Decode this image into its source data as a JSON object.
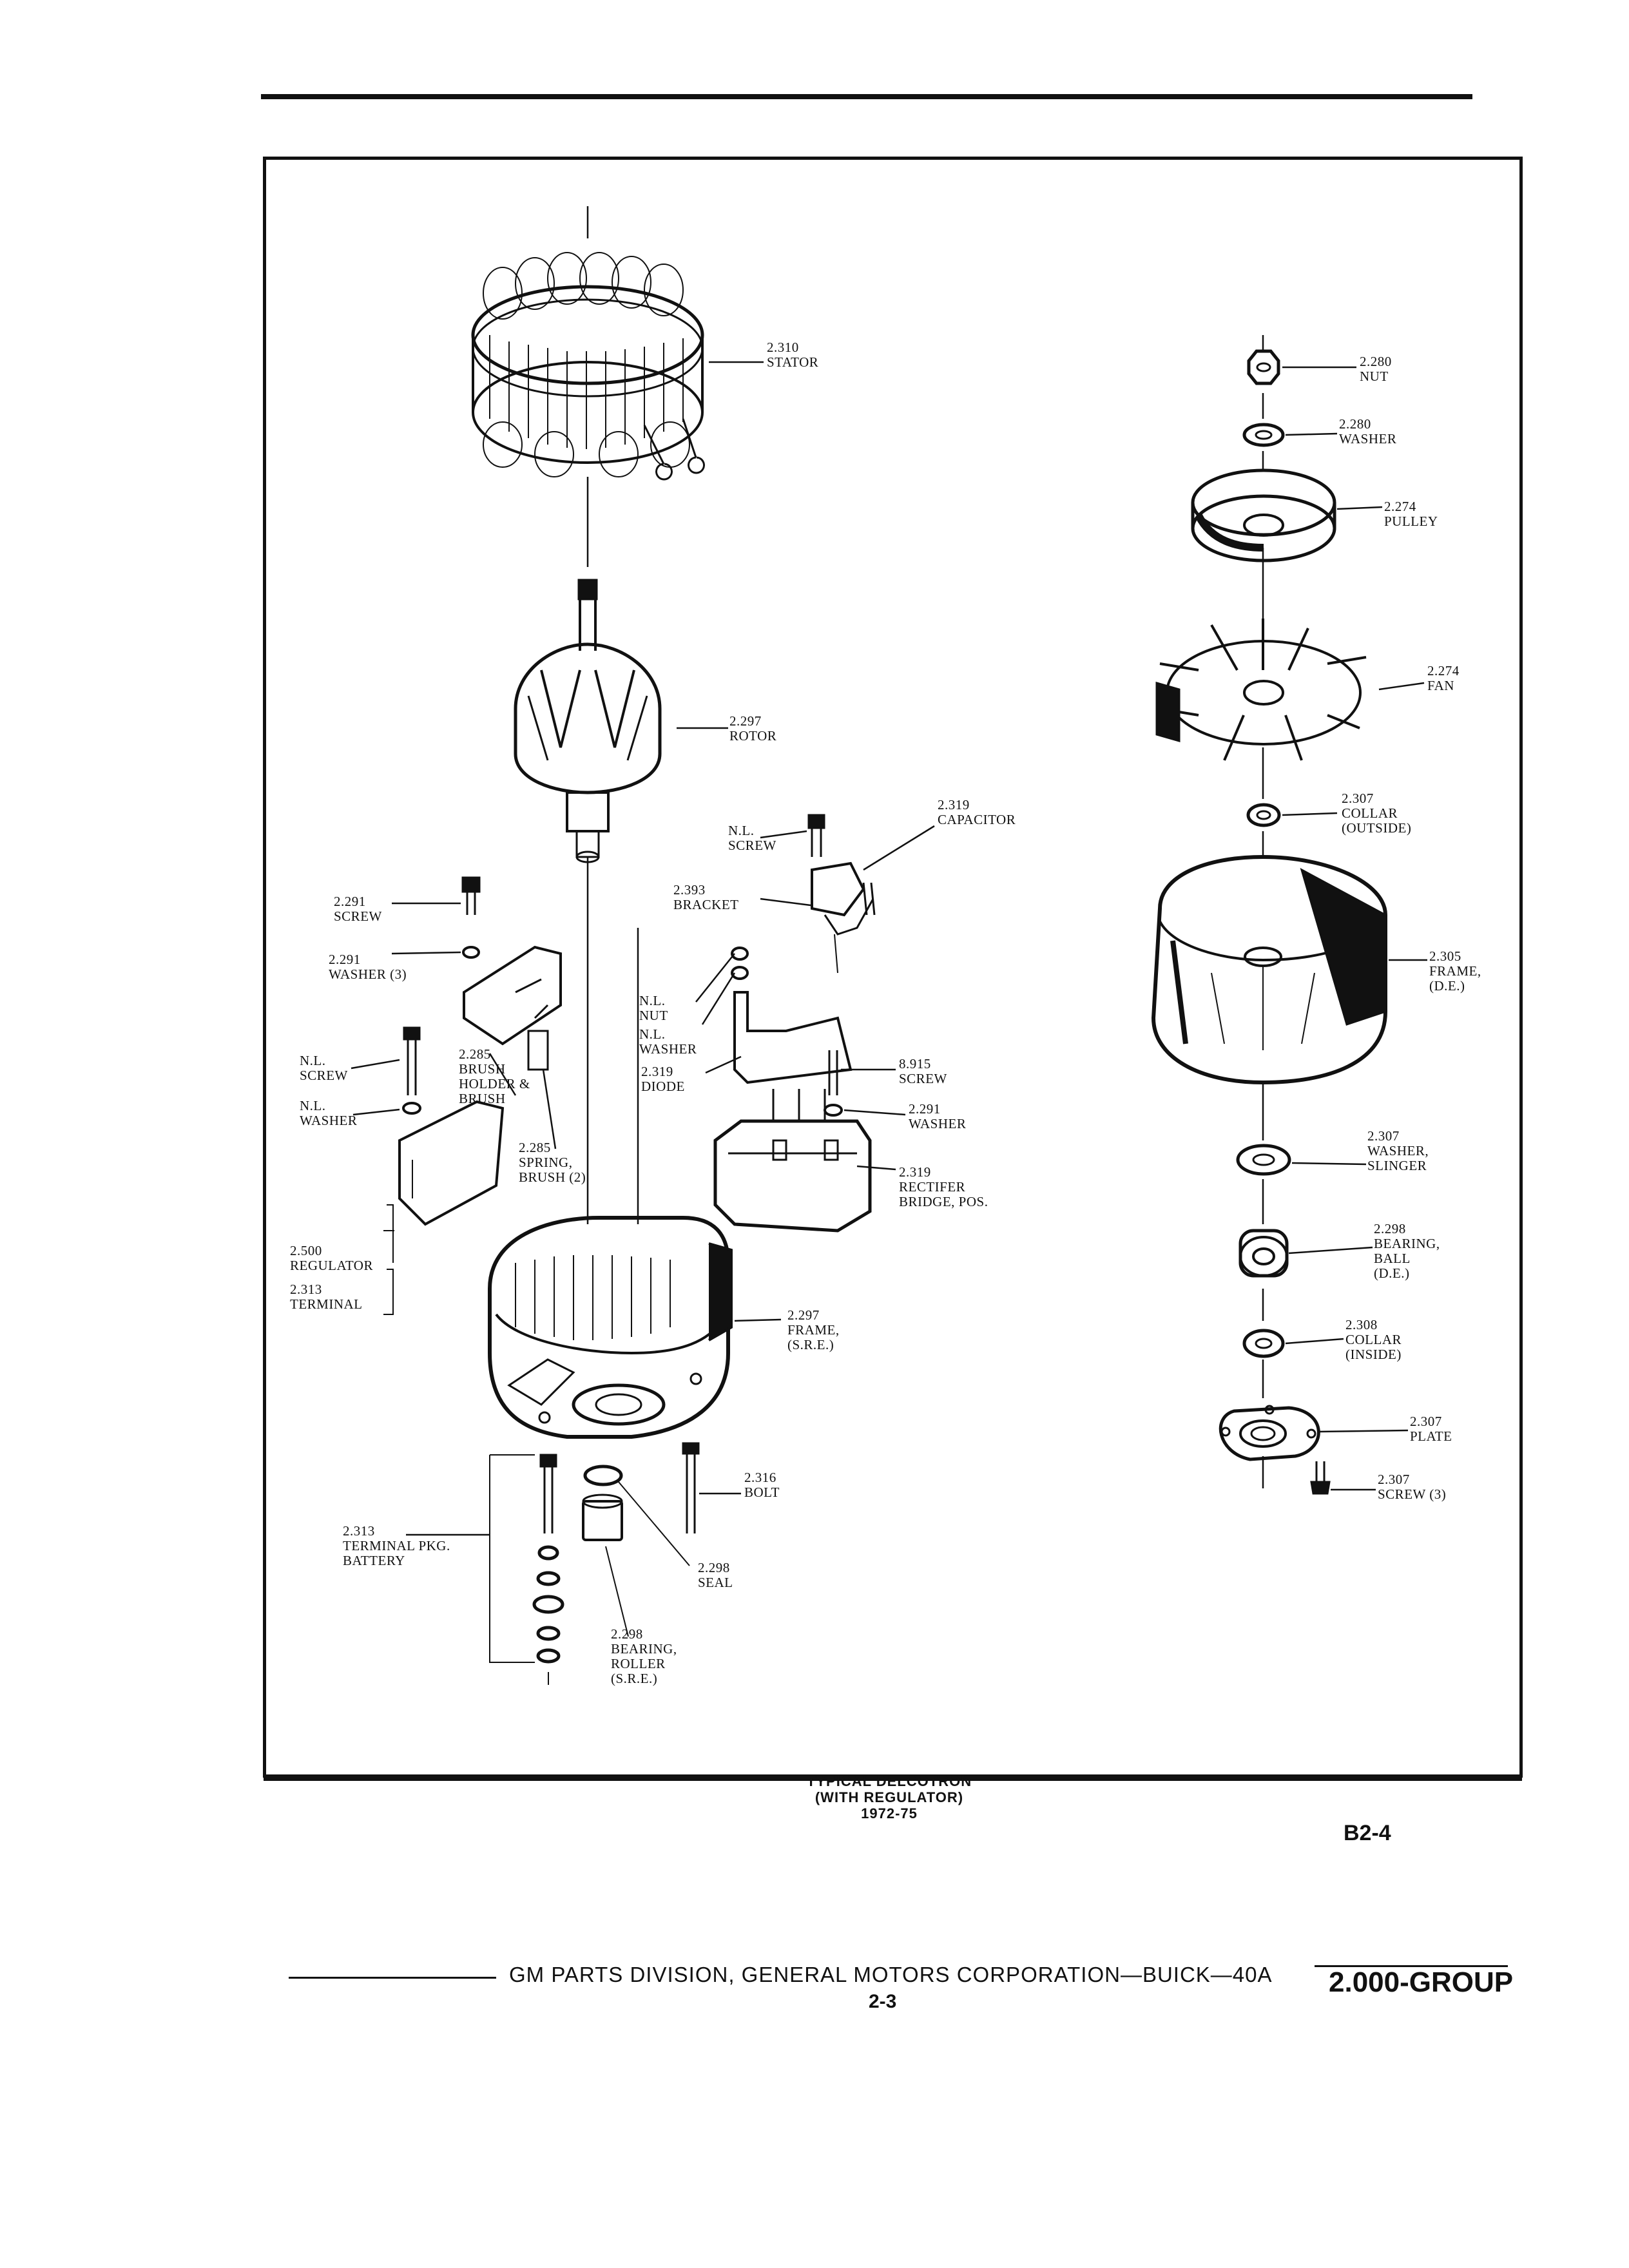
{
  "parts": [
    {
      "id": "stator",
      "number": "2.310",
      "desc": "STATOR"
    },
    {
      "id": "rotor",
      "number": "2.297",
      "desc": "ROTOR"
    },
    {
      "id": "capacitor",
      "number": "2.319",
      "desc": "CAPACITOR"
    },
    {
      "id": "nl-screw-cap",
      "number": "N.L.",
      "desc": "SCREW"
    },
    {
      "id": "bracket",
      "number": "2.393",
      "desc": "BRACKET"
    },
    {
      "id": "screw-2291",
      "number": "2.291",
      "desc": "SCREW"
    },
    {
      "id": "washer-2291",
      "number": "2.291",
      "desc": "WASHER (3)"
    },
    {
      "id": "nl-screw-left",
      "number": "N.L.",
      "desc": "SCREW"
    },
    {
      "id": "nl-washer-left",
      "number": "N.L.",
      "desc": "WASHER"
    },
    {
      "id": "brush-holder",
      "number": "2.285",
      "desc": "BRUSH HOLDER & BRUSH"
    },
    {
      "id": "spring-brush",
      "number": "2.285",
      "desc": "SPRING, BRUSH (2)"
    },
    {
      "id": "nl-nut",
      "number": "N.L.",
      "desc": "NUT"
    },
    {
      "id": "nl-washer-mid",
      "number": "N.L.",
      "desc": "WASHER"
    },
    {
      "id": "diode",
      "number": "2.319",
      "desc": "DIODE"
    },
    {
      "id": "screw-8915",
      "number": "8.915",
      "desc": "SCREW"
    },
    {
      "id": "washer-2291b",
      "number": "2.291",
      "desc": "WASHER"
    },
    {
      "id": "rectifier",
      "number": "2.319",
      "desc": "RECTIFER BRIDGE, POS."
    },
    {
      "id": "regulator",
      "number": "2.500",
      "desc": "REGULATOR"
    },
    {
      "id": "terminal",
      "number": "2.313",
      "desc": "TERMINAL"
    },
    {
      "id": "frame-sre",
      "number": "2.297",
      "desc": "FRAME, (S.R.E.)"
    },
    {
      "id": "bolt",
      "number": "2.316",
      "desc": "BOLT"
    },
    {
      "id": "terminal-pkg",
      "number": "2.313",
      "desc": "TERMINAL PKG. BATTERY"
    },
    {
      "id": "seal",
      "number": "2.298",
      "desc": "SEAL"
    },
    {
      "id": "bearing-roller",
      "number": "2.298",
      "desc": "BEARING, ROLLER (S.R.E.)"
    },
    {
      "id": "nut",
      "number": "2.280",
      "desc": "NUT"
    },
    {
      "id": "washer-2280",
      "number": "2.280",
      "desc": "WASHER"
    },
    {
      "id": "pulley",
      "number": "2.274",
      "desc": "PULLEY"
    },
    {
      "id": "fan",
      "number": "2.274",
      "desc": "FAN"
    },
    {
      "id": "collar-outside",
      "number": "2.307",
      "desc": "COLLAR (OUTSIDE)"
    },
    {
      "id": "frame-de",
      "number": "2.305",
      "desc": "FRAME, (D.E.)"
    },
    {
      "id": "washer-slinger",
      "number": "2.307",
      "desc": "WASHER, SLINGER"
    },
    {
      "id": "bearing-ball",
      "number": "2.298",
      "desc": "BEARING, BALL (D.E.)"
    },
    {
      "id": "collar-inside",
      "number": "2.308",
      "desc": "COLLAR (INSIDE)"
    },
    {
      "id": "plate",
      "number": "2.307",
      "desc": "PLATE"
    },
    {
      "id": "screw-plate",
      "number": "2.307",
      "desc": "SCREW (3)"
    }
  ],
  "caption": {
    "line1": "TYPICAL DELCOTRON",
    "line2": "(WITH REGULATOR)",
    "line3": "1972-75"
  },
  "page_id": "B2-4",
  "footer": {
    "text": "GM PARTS DIVISION, GENERAL MOTORS CORPORATION—BUICK—40A",
    "page": "2-3",
    "group": "2.000-GROUP"
  }
}
